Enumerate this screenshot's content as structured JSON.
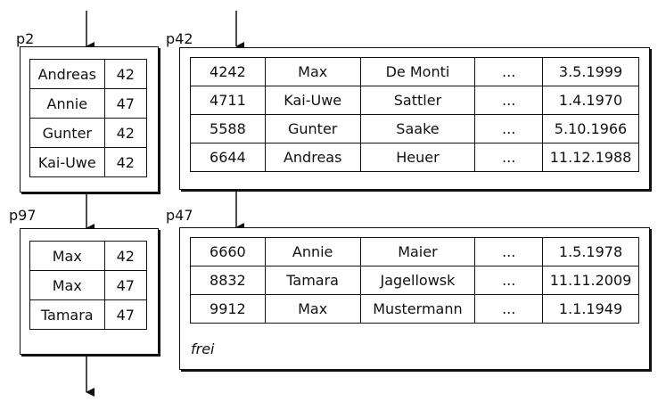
{
  "pages": {
    "p2": {
      "label": "p2",
      "rows": [
        [
          "Andreas",
          "42"
        ],
        [
          "Annie",
          "47"
        ],
        [
          "Gunter",
          "42"
        ],
        [
          "Kai-Uwe",
          "42"
        ]
      ]
    },
    "p97": {
      "label": "p97",
      "rows": [
        [
          "Max",
          "42"
        ],
        [
          "Max",
          "47"
        ],
        [
          "Tamara",
          "47"
        ]
      ]
    },
    "p42": {
      "label": "p42",
      "rows": [
        [
          "4242",
          "Max",
          "De Monti",
          "...",
          "3.5.1999"
        ],
        [
          "4711",
          "Kai-Uwe",
          "Sattler",
          "...",
          "1.4.1970"
        ],
        [
          "5588",
          "Gunter",
          "Saake",
          "...",
          "5.10.1966"
        ],
        [
          "6644",
          "Andreas",
          "Heuer",
          "...",
          "11.12.1988"
        ]
      ]
    },
    "p47": {
      "label": "p47",
      "rows": [
        [
          "6660",
          "Annie",
          "Maier",
          "...",
          "1.5.1978"
        ],
        [
          "8832",
          "Tamara",
          "Jagellowsk",
          "...",
          "11.11.2009"
        ],
        [
          "9912",
          "Max",
          "Mustermann",
          "...",
          "1.1.1949"
        ]
      ],
      "free_label": "frei"
    }
  }
}
